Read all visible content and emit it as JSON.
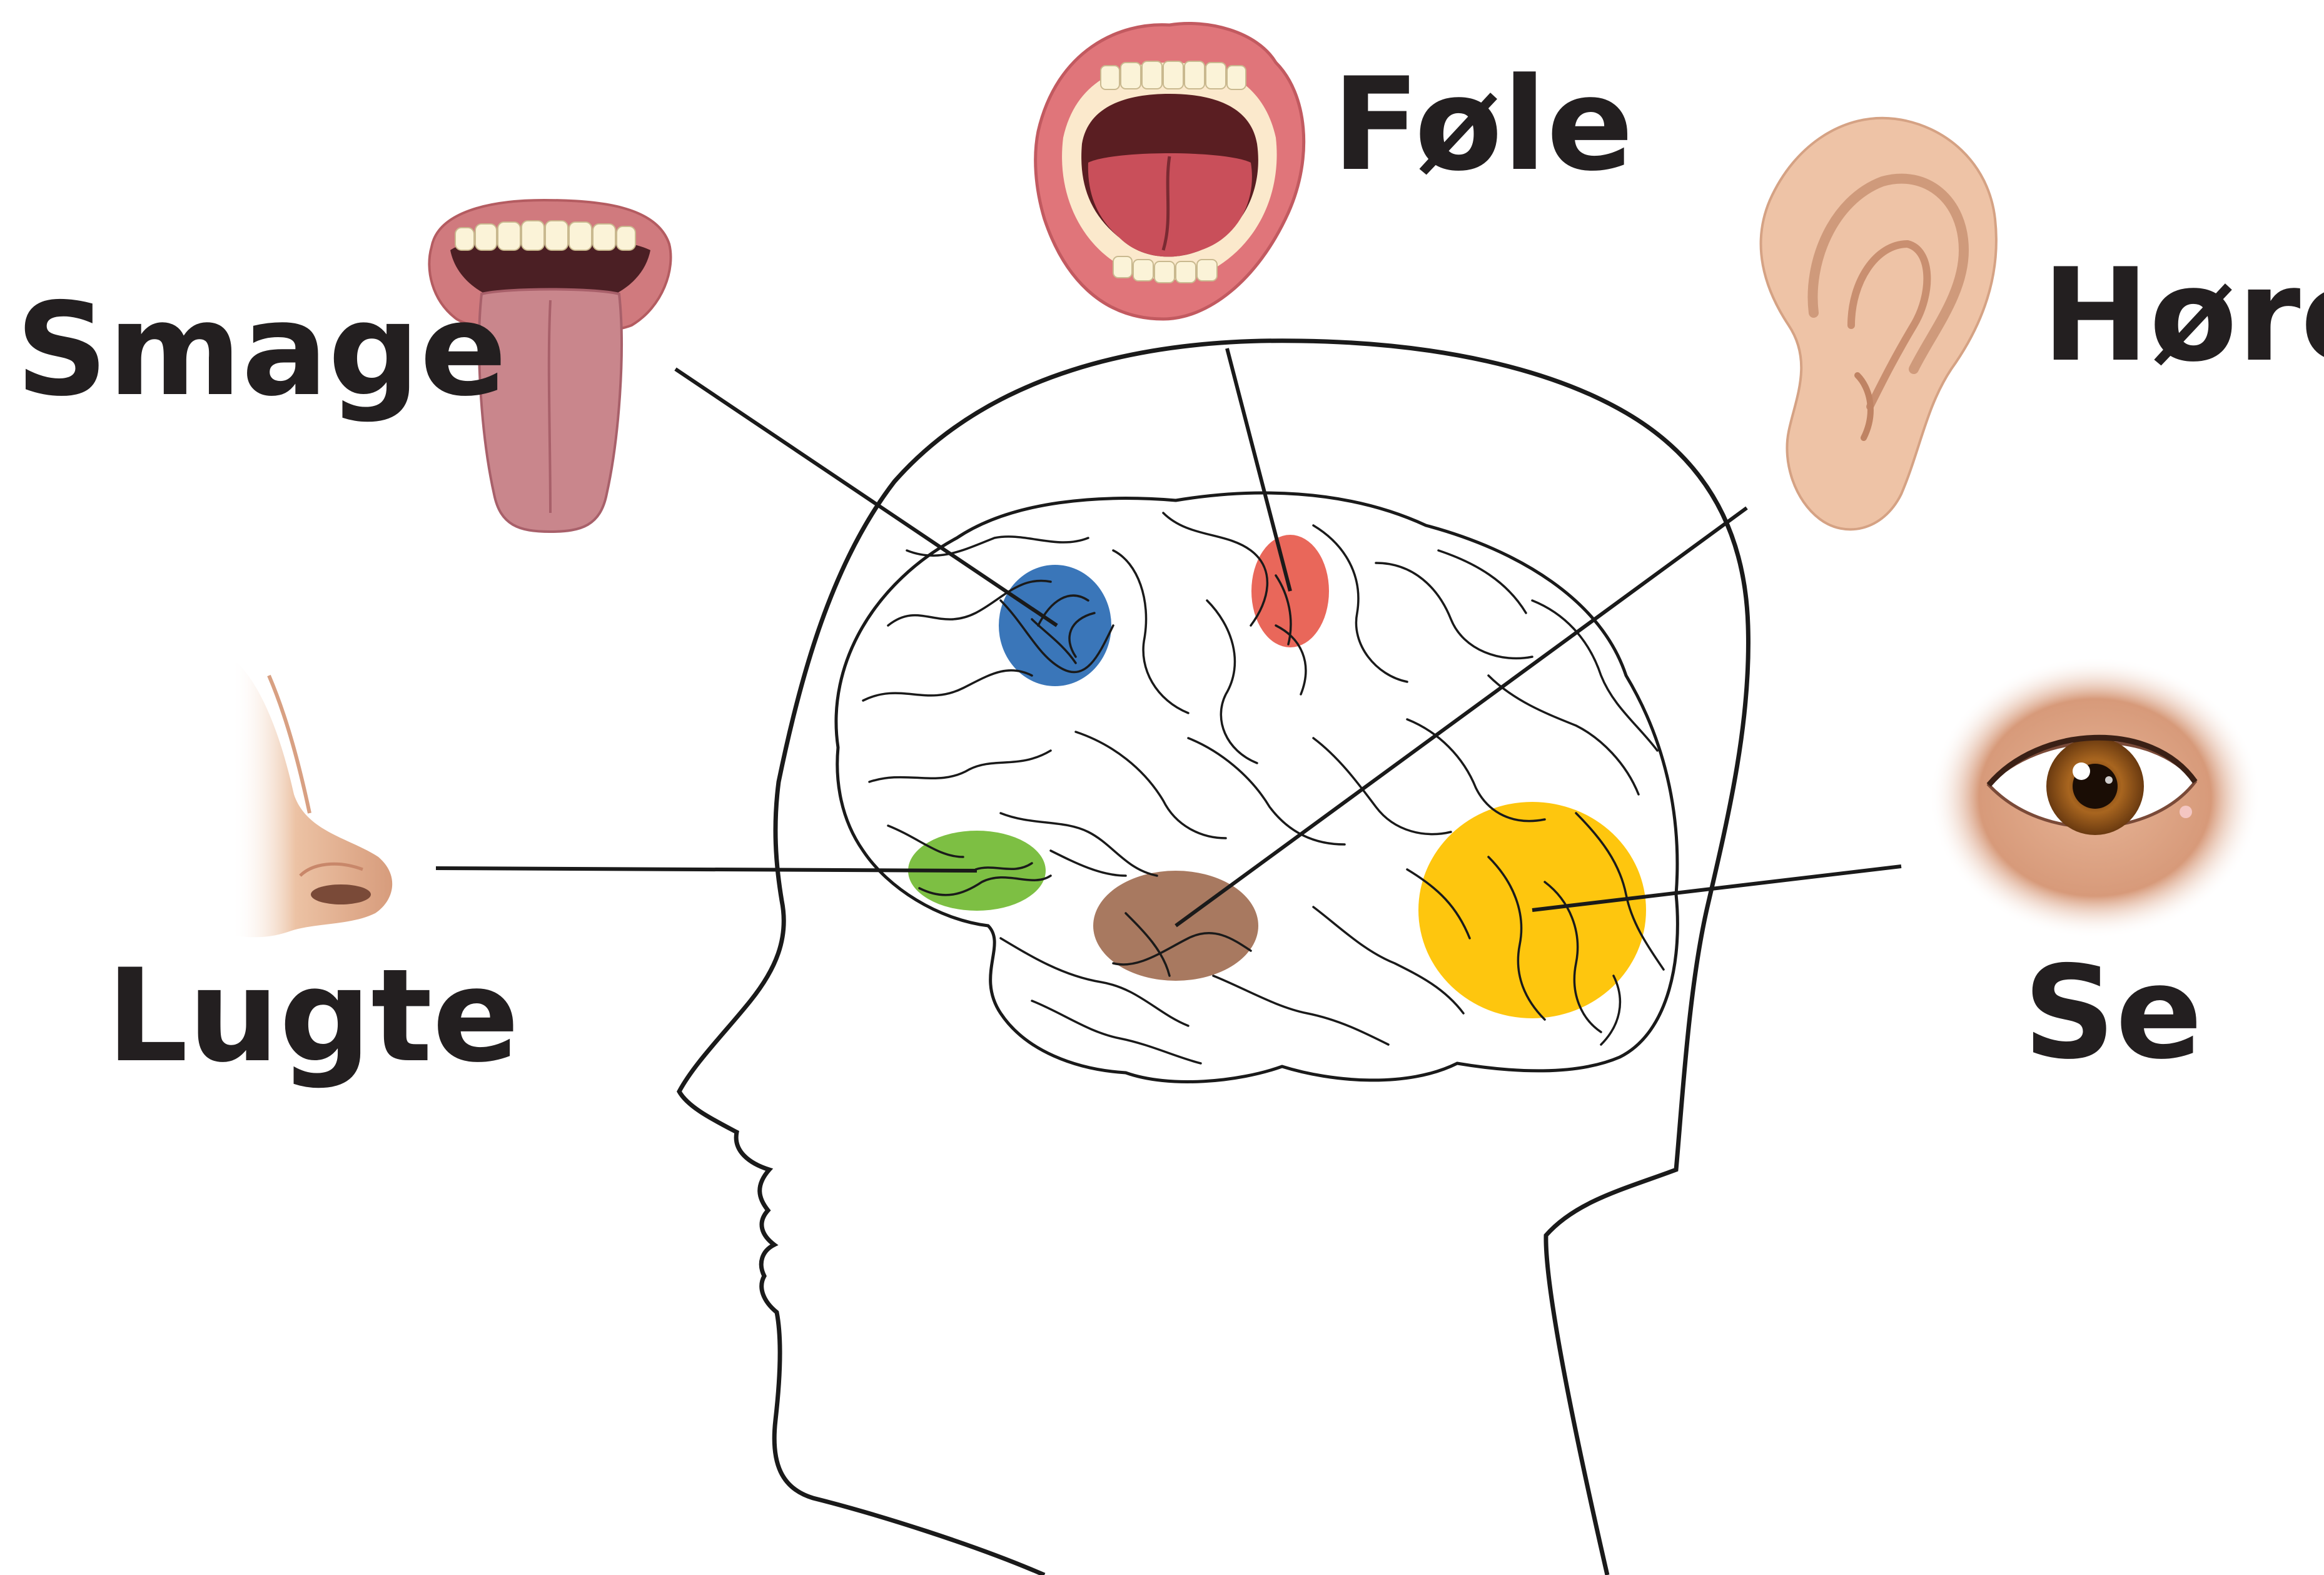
{
  "labels": {
    "smage": "Smage",
    "fole": "Føle",
    "hore": "Høre",
    "lugte": "Lugte",
    "se": "Se"
  },
  "colors": {
    "outline": "#1a1a1a",
    "smage_region": "#3a76b9",
    "fole_region": "#e9675a",
    "lugte_region": "#7dbf43",
    "hore_region": "#a87960",
    "se_region": "#fec60e",
    "skin": "#f0c4a8",
    "lips": "#e0757a",
    "tongue": "#c9868c",
    "iris": "#9b5a1c"
  },
  "icons": [
    "tongue-icon",
    "open-mouth-icon",
    "ear-icon",
    "nose-icon",
    "eye-icon"
  ]
}
